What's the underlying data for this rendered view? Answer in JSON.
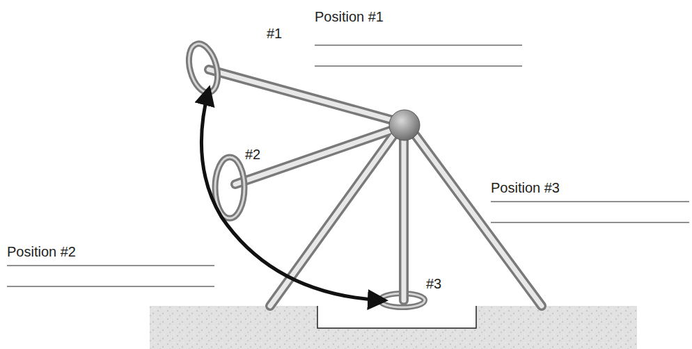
{
  "diagram": {
    "labels": [
      "Position #1",
      "#1",
      "#2",
      "Position #3",
      "Position #2",
      "#3"
    ]
  }
}
